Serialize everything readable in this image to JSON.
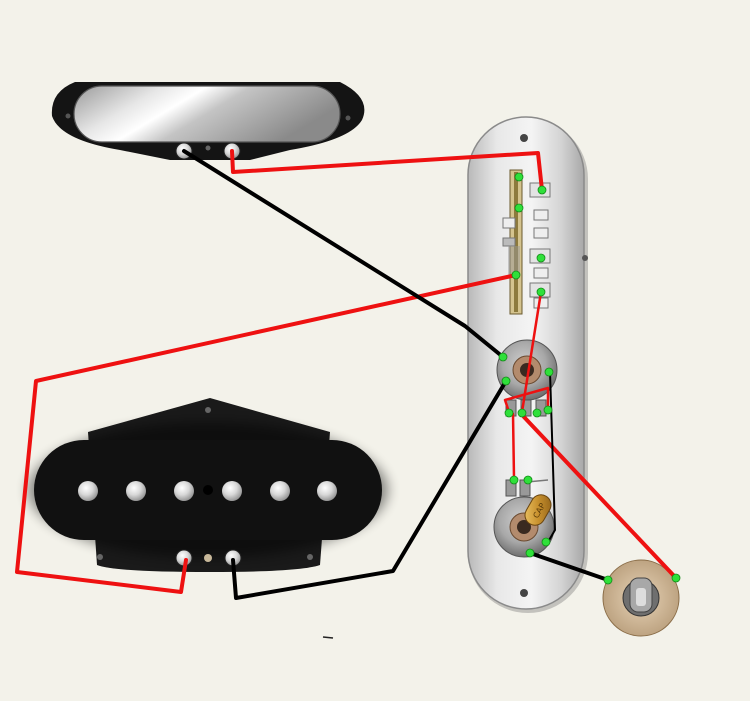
{
  "diagram": {
    "background": "#f3f2ea",
    "wire_colors": {
      "hot": "#ee1111",
      "ground": "#000000",
      "solder": "#2fe03a"
    },
    "components": [
      {
        "id": "neck-pickup",
        "kind": "single-coil-pickup",
        "icon": "neck-pickup-icon"
      },
      {
        "id": "bridge-pickup",
        "kind": "bridge-pickup",
        "icon": "bridge-pickup-icon",
        "pole_pieces": 6
      },
      {
        "id": "control-plate",
        "kind": "chrome-plate",
        "icon": "control-plate-icon"
      },
      {
        "id": "selector-switch",
        "kind": "3-way-switch",
        "icon": "switch-icon"
      },
      {
        "id": "volume-pot",
        "kind": "potentiometer",
        "icon": "volume-pot-icon"
      },
      {
        "id": "tone-pot",
        "kind": "potentiometer",
        "icon": "tone-pot-icon"
      },
      {
        "id": "tone-capacitor",
        "kind": "capacitor",
        "icon": "capacitor-icon"
      },
      {
        "id": "output-jack",
        "kind": "jack",
        "icon": "output-jack-icon"
      }
    ],
    "capacitor_label": "CAP"
  }
}
